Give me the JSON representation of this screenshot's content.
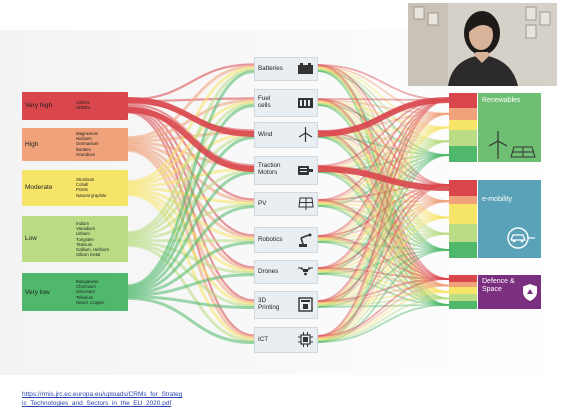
{
  "risk_levels": [
    {
      "label": "Very high",
      "color": "#d9464c",
      "materials": "LREEs\nHREEs"
    },
    {
      "label": "High",
      "color": "#f0a27a",
      "materials": "Magnesium\nNiobium\nGermanium\nBorates\nScandium"
    },
    {
      "label": "Moderate",
      "color": "#f7e56a",
      "materials": "Strontium\nCobalt\nPGMs\nNatural graphite"
    },
    {
      "label": "Low",
      "color": "#b9dc84",
      "materials": "Indium\nVanadium\nLithium\nTungsten\nTitanium\nGallium, Hafnium\nSilicon metal"
    },
    {
      "label": "Very low",
      "color": "#4fb86a",
      "materials": "Manganese\nChromium\nZirconium\nTellurium\nNickel, Copper"
    }
  ],
  "technologies": [
    {
      "label": "Batteries",
      "icon": "battery-icon"
    },
    {
      "label": "Fuel\ncells",
      "icon": "fuel-cell-icon"
    },
    {
      "label": "Wind",
      "icon": "wind-turbine-icon"
    },
    {
      "label": "Traction\nMotors",
      "icon": "motor-icon"
    },
    {
      "label": "PV",
      "icon": "solar-panel-icon"
    },
    {
      "label": "Robotics",
      "icon": "robot-arm-icon"
    },
    {
      "label": "Drones",
      "icon": "drone-icon"
    },
    {
      "label": "3D\nPrinting",
      "icon": "printer-3d-icon"
    },
    {
      "label": "ICT",
      "icon": "chip-icon"
    }
  ],
  "sectors": [
    {
      "label": "Renewables",
      "color": "#6fbf73",
      "icon": "renewables-icon"
    },
    {
      "label": "e-mobility",
      "color": "#5aa2b8",
      "icon": "ev-charging-icon"
    },
    {
      "label": "Defence &\nSpace",
      "color": "#7b2f7f",
      "icon": "shield-icon"
    }
  ],
  "footer_link": {
    "line1": "https://rmis.jrc.ec.europa.eu/uploads/CRMs_for_Strateg",
    "line2": "ic_Technologies_and_Sectors_in_the_EU_2020.pdf"
  },
  "colors": {
    "very_high": "#d9464c",
    "high": "#f0a27a",
    "moderate": "#f7e56a",
    "low": "#b9dc84",
    "very_low": "#4fb86a"
  },
  "video_feed": {
    "icon": "participant-video"
  }
}
